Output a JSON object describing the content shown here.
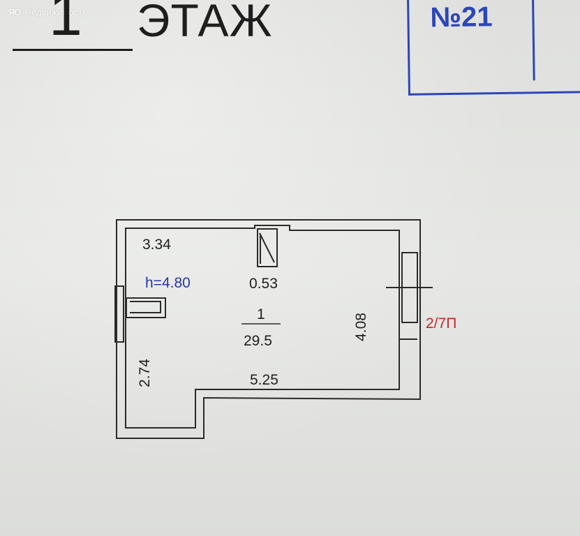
{
  "watermark": {
    "logo": "ЯО",
    "text": "Недвижимость"
  },
  "header": {
    "floor_number": "1",
    "floor_label": "ЭТАЖ",
    "unit_number": "№21"
  },
  "plan": {
    "room_number": "1",
    "room_area": "29.5",
    "ceiling_height": "h=4.80",
    "dim_top_left": "3.34",
    "dim_niche": "0.53",
    "dim_right": "4.08",
    "dim_bottom": "5.25",
    "dim_left": "2.74",
    "window_mark": "2/7П",
    "colors": {
      "wall": "#2a2a2a",
      "blue_text": "#2536a8",
      "red_text": "#c62626",
      "stamp": "#2c45b8"
    }
  }
}
